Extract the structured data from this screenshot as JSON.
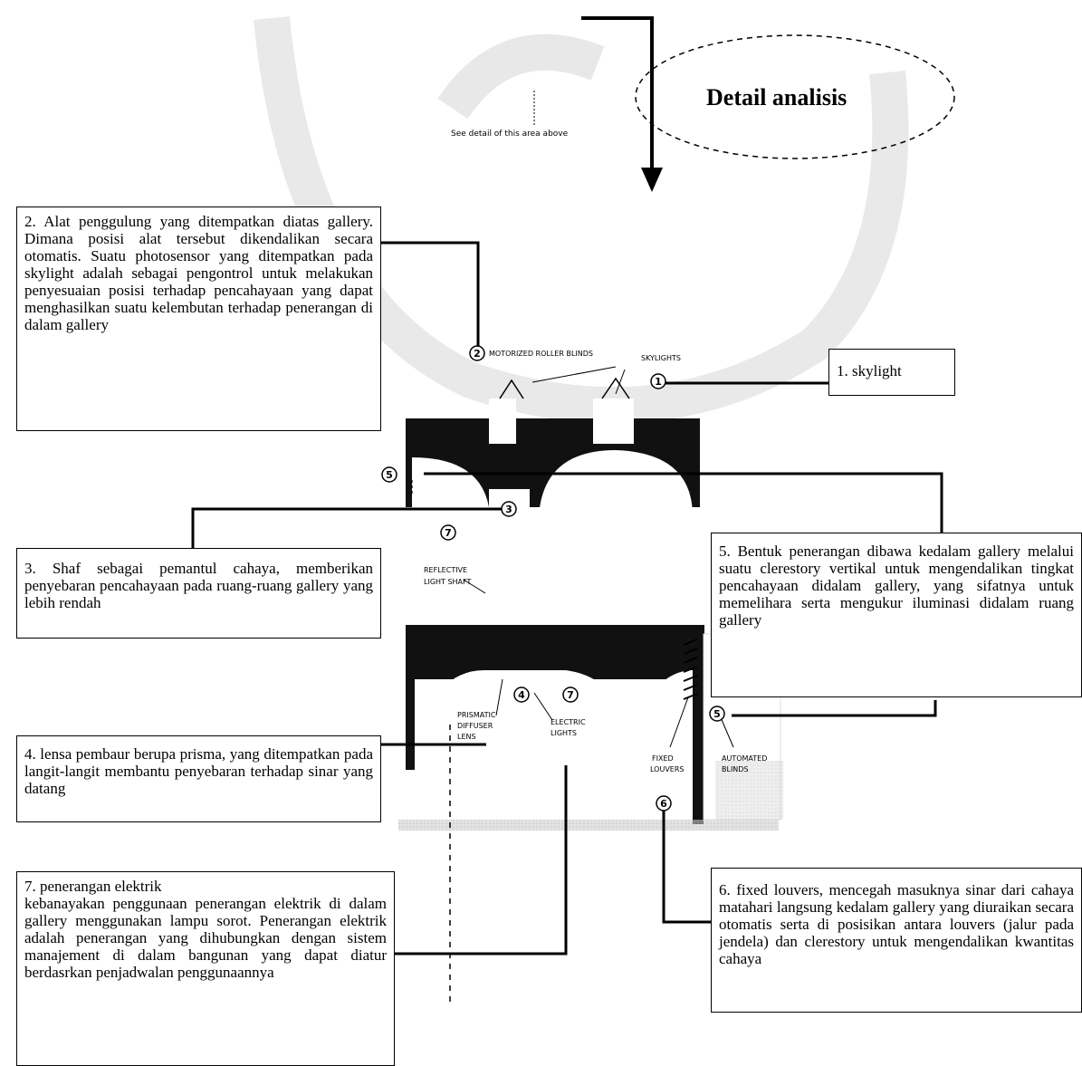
{
  "header": {
    "title": "Detail analisis",
    "note": "See detail of this area above"
  },
  "labels": {
    "motorized_roller_blinds": "MOTORIZED ROLLER BLINDS",
    "skylights": "SKYLIGHTS",
    "reflective_light_shaft_1": "REFLECTIVE",
    "reflective_light_shaft_2": "LIGHT SHAFT",
    "prismatic_1": "PRISMATIC",
    "prismatic_2": "DIFFUSER",
    "prismatic_3": "LENS",
    "electric_1": "ELECTRIC",
    "electric_2": "LIGHTS",
    "fixed_1": "FIXED",
    "fixed_2": "LOUVERS",
    "automated_1": "AUTOMATED",
    "automated_2": "BLINDS"
  },
  "markers": {
    "m1": "1",
    "m2": "2",
    "m3": "3",
    "m4": "4",
    "m5a": "5",
    "m5b": "5",
    "m6": "6",
    "m7a": "7",
    "m7b": "7"
  },
  "boxes": {
    "b1": "1. skylight",
    "b2": "2. Alat penggulung yang ditempatkan diatas gallery. Dimana posisi alat tersebut dikendalikan secara otomatis. Suatu photosensor yang ditempatkan pada skylight adalah sebagai pengontrol untuk melakukan penyesuaian posisi terhadap pencahayaan yang dapat menghasilkan suatu kelembutan terhadap penerangan di dalam gallery",
    "b3": "3. Shaf sebagai pemantul cahaya, memberikan penyebaran pencahayaan pada ruang-ruang gallery yang lebih rendah",
    "b4": "4. lensa pembaur berupa prisma, yang ditempatkan pada langit-langit membantu penyebaran terhadap sinar yang datang",
    "b5": "5. Bentuk penerangan dibawa kedalam gallery melalui suatu clerestory vertikal untuk mengendalikan tingkat pencahayaan didalam gallery, yang sifatnya untuk memelihara serta mengukur iluminasi didalam ruang gallery",
    "b6": "6. fixed louvers, mencegah masuknya sinar dari cahaya matahari langsung kedalam gallery yang diuraikan secara otomatis serta di posisikan antara louvers (jalur pada jendela) dan clerestory untuk mengendalikan kwantitas cahaya",
    "b7_title": "7. penerangan elektrik",
    "b7_body": "kebanayakan penggunaan penerangan elektrik di dalam gallery menggunakan lampu sorot. Penerangan elektrik adalah penerangan yang dihubungkan dengan sistem manajement di dalam bangunan yang dapat diatur berdasrkan penjadwalan penggunaannya"
  }
}
